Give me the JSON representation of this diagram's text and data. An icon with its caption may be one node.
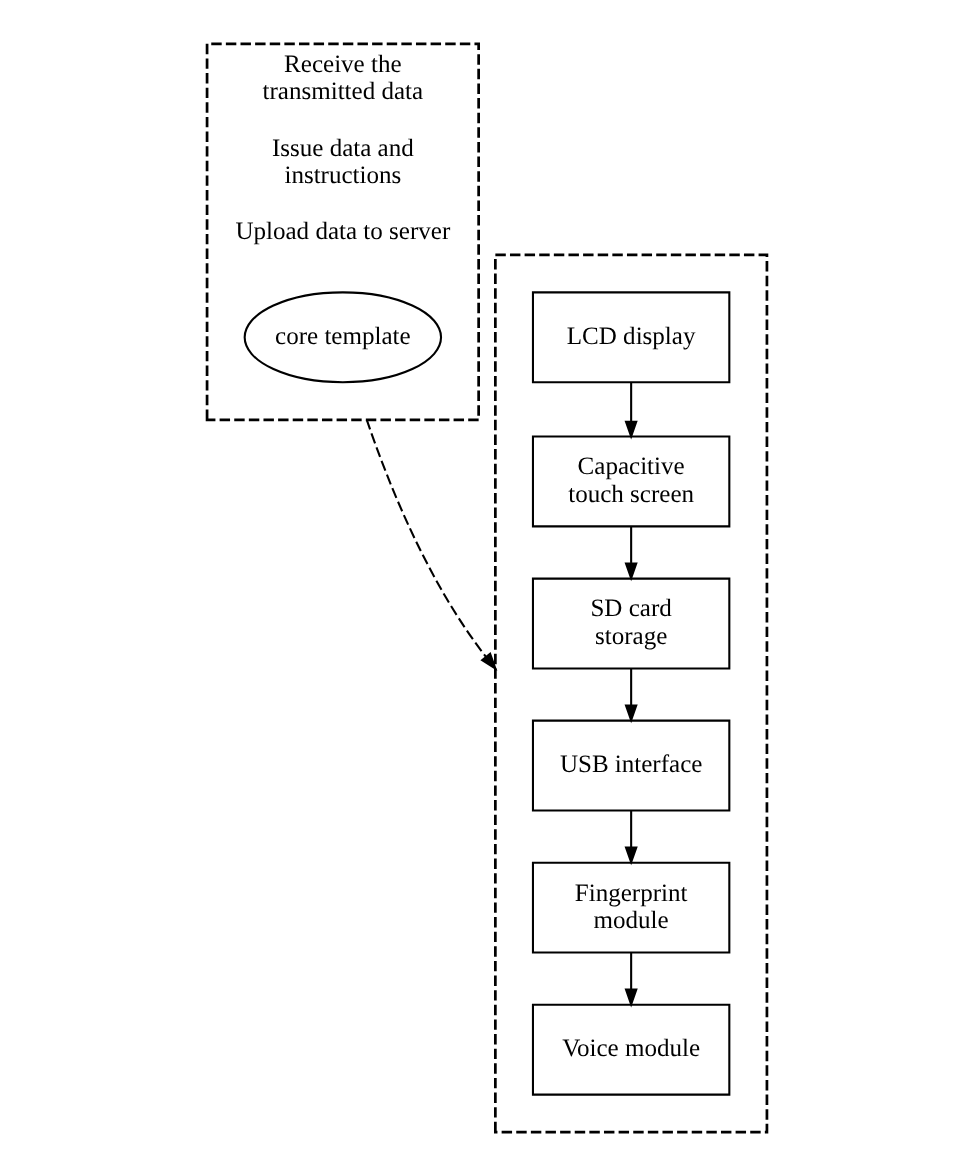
{
  "diagram": {
    "nodes": [
      {
        "text": [
          "Receive the transmitted data",
          "Issue data and instructions",
          "Upload data to server"
        ]
      },
      {
        "text": [
          "core template"
        ],
        "in": 0
      },
      {
        "text": [],
        "shape": "box"
      },
      {
        "text": [
          "LCD display"
        ],
        "in": 2
      },
      {
        "text": [
          "Capacitive touch screen"
        ],
        "in": 2
      },
      {
        "text": [
          "SD card storage"
        ],
        "in": 2
      },
      {
        "text": [
          "USB interface"
        ],
        "in": 2
      },
      {
        "text": [
          "Fingerprint module"
        ],
        "in": 2
      },
      {
        "text": [
          "Voice module"
        ],
        "in": 2
      }
    ],
    "edges": [
      {
        "from": 0,
        "to": 2,
        "arrow": "to",
        "style": "dashed"
      },
      {
        "from": 3,
        "to": 4,
        "arrow": "to"
      },
      {
        "from": 4,
        "to": 5,
        "arrow": "to"
      },
      {
        "from": 5,
        "to": 6,
        "arrow": "to"
      },
      {
        "from": 6,
        "to": 7,
        "arrow": "to"
      },
      {
        "from": 7,
        "to": 8,
        "arrow": "to"
      }
    ]
  }
}
